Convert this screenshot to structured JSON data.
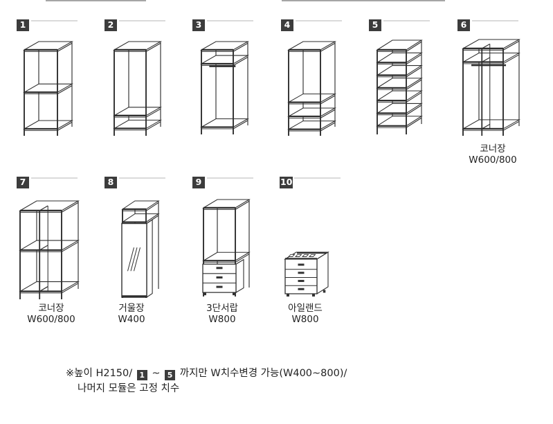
{
  "page": {
    "background": "#ffffff"
  },
  "colors": {
    "badge_bg": "#3c3c3c",
    "badge_text": "#ffffff",
    "rule_line": "#dadada",
    "wireframe": "#2e2e2e",
    "text": "#222222"
  },
  "items": [
    {
      "num": "1",
      "caption": null,
      "drawing": {
        "type": "open-frame-mid-shelf",
        "shelves": [
          0,
          0.51,
          0.95
        ]
      }
    },
    {
      "num": "2",
      "caption": null,
      "drawing": {
        "type": "open-frame-low-shelf",
        "shelves": [
          0,
          0.79,
          0.945
        ]
      }
    },
    {
      "num": "3",
      "caption": null,
      "drawing": {
        "type": "frame-top-shelf-rod",
        "shelves": [
          0,
          0.17,
          0.945
        ],
        "rod": 0.235
      }
    },
    {
      "num": "4",
      "caption": null,
      "drawing": {
        "type": "frame-two-low-shelves",
        "shelves": [
          0,
          0.63,
          0.8,
          0.955
        ]
      }
    },
    {
      "num": "5",
      "caption": null,
      "drawing": {
        "type": "shelf-unit-six-bays",
        "shelves": [
          0,
          0.155,
          0.31,
          0.465,
          0.62,
          0.775,
          0.93
        ]
      }
    },
    {
      "num": "6",
      "caption": [
        "코너장",
        "W600/800"
      ],
      "drawing": {
        "type": "corner-wardrobe-rod",
        "shelves": [
          0,
          0.16,
          0.95
        ],
        "rod": 0.235,
        "corner": true
      }
    },
    {
      "num": "7",
      "caption": [
        "코너장",
        "W600/800"
      ],
      "drawing": {
        "type": "corner-wardrobe",
        "shelves": [
          0,
          0.46,
          0.94
        ],
        "corner": true
      }
    },
    {
      "num": "8",
      "caption": [
        "거울장",
        "W400"
      ],
      "drawing": {
        "type": "mirror-cabinet",
        "shelves": [
          0,
          0.15
        ],
        "mirror": true
      }
    },
    {
      "num": "9",
      "caption": [
        "3단서랍",
        "W800"
      ],
      "drawing": {
        "type": "three-drawer-tower",
        "shelves": [
          0,
          0.615
        ],
        "drawers": {
          "count": 3,
          "from": 0.655,
          "to": 0.985
        }
      }
    },
    {
      "num": "10",
      "caption": [
        "아일랜드",
        "W800"
      ],
      "drawing": {
        "type": "island-chest",
        "island": true,
        "drawers": {
          "count": 4,
          "from": 0.1,
          "to": 0.97
        }
      }
    }
  ],
  "note": {
    "marker": "※",
    "line1_prefix": "높이 H2150/",
    "badge_from": "1",
    "range_separator": "~",
    "badge_to": "5",
    "line1_suffix": "까지만 W치수변경 가능(W400~800)/",
    "line2": "나머지 모듈은 고정 치수"
  }
}
